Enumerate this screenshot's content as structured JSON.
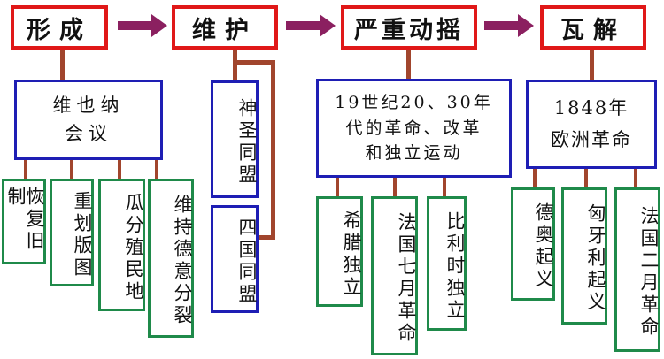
{
  "colors": {
    "stage_border": "#e01818",
    "arrow": "#8b2060",
    "connector": "#a1452d",
    "blue_border": "#1e1eb4",
    "green_border": "#1f8a4a"
  },
  "stages": [
    {
      "title": "形成",
      "summary": [
        "维也纳",
        "会议"
      ],
      "items": [
        "恢复旧制",
        "重划版图",
        "瓜分殖民地",
        "维持德意分裂"
      ]
    },
    {
      "title": "维护",
      "items": [
        "神圣同盟",
        "四国同盟"
      ]
    },
    {
      "title": "严重动摇",
      "summary": [
        "19世纪20、30年",
        "代的革命、改革",
        "和独立运动"
      ],
      "items": [
        "希腊独立",
        "法国七月革命",
        "比利时独立"
      ]
    },
    {
      "title": "瓦解",
      "summary": [
        "1848年",
        "欧洲革命"
      ],
      "items": [
        "德奥起义",
        "匈牙利起义",
        "法国二月革命"
      ]
    }
  ]
}
